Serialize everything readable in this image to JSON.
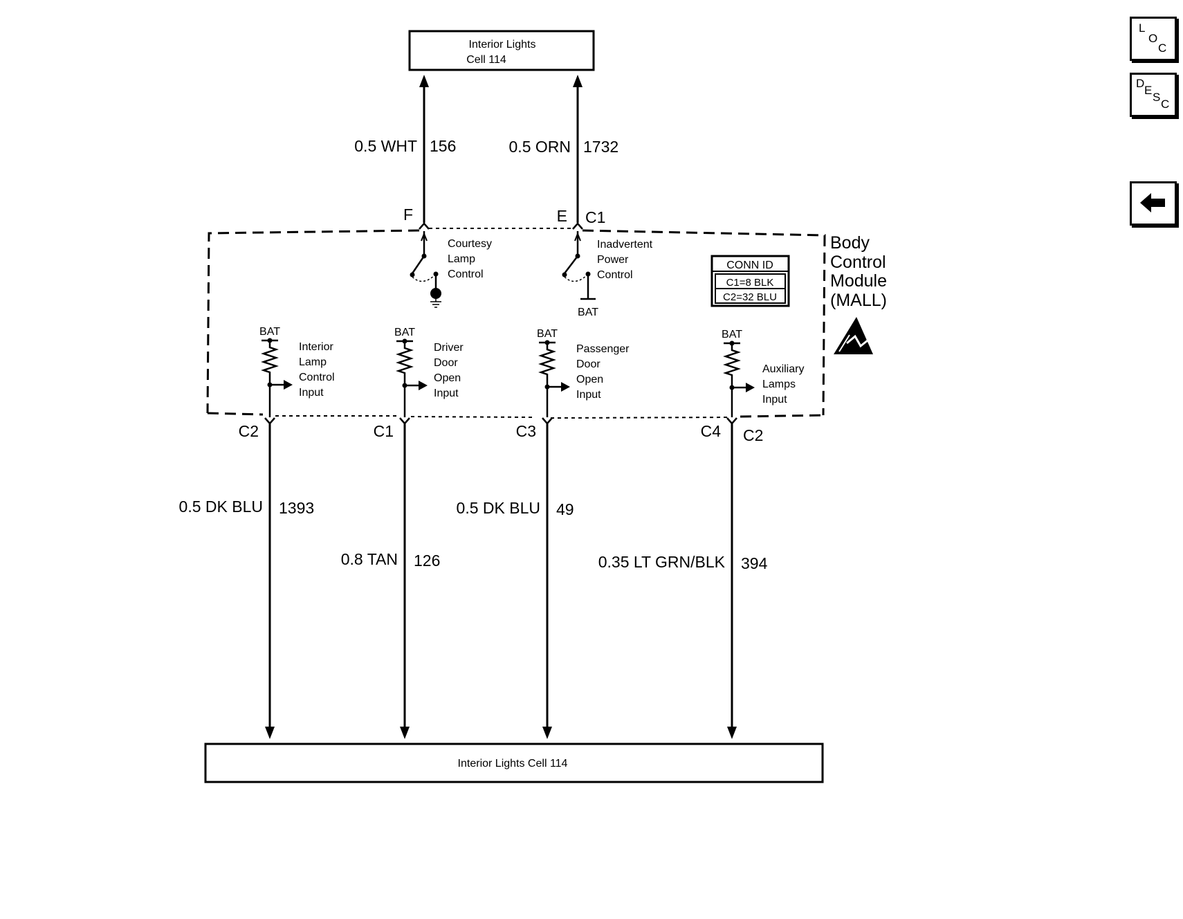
{
  "top_box": {
    "line1": "Interior Lights",
    "line2": "Cell 114"
  },
  "bottom_box": {
    "label": "Interior Lights Cell 114"
  },
  "module": {
    "line1": "Body",
    "line2": "Control",
    "line3": "Module",
    "line4": "(MALL)"
  },
  "conn_id": {
    "title": "CONN ID",
    "row1": "C1=8 BLK",
    "row2": "C2=32 BLU"
  },
  "top_wires": [
    {
      "gauge_color": "0.5 WHT",
      "circuit": "156",
      "pin": "F"
    },
    {
      "gauge_color": "0.5 ORN",
      "circuit": "1732",
      "pin": "E",
      "connector": "C1"
    }
  ],
  "switches": [
    {
      "line1": "Courtesy",
      "line2": "Lamp",
      "line3": "Control"
    },
    {
      "line1": "Inadvertent",
      "line2": "Power",
      "line3": "Control",
      "supply": "BAT"
    }
  ],
  "inputs": [
    {
      "bat": "BAT",
      "line1": "Interior",
      "line2": "Lamp",
      "line3": "Control",
      "line4": "Input"
    },
    {
      "bat": "BAT",
      "line1": "Driver",
      "line2": "Door",
      "line3": "Open",
      "line4": "Input"
    },
    {
      "bat": "BAT",
      "line1": "Passenger",
      "line2": "Door",
      "line3": "Open",
      "line4": "Input"
    },
    {
      "bat": "BAT",
      "line1": "Auxiliary",
      "line2": "Lamps",
      "line3": "Input"
    }
  ],
  "bottom_wires": [
    {
      "pin": "C2",
      "gauge_color": "0.5 DK BLU",
      "circuit": "1393"
    },
    {
      "pin": "C1",
      "gauge_color": "0.8 TAN",
      "circuit": "126"
    },
    {
      "pin": "C3",
      "gauge_color": "0.5 DK BLU",
      "circuit": "49"
    },
    {
      "pin": "C4",
      "connector": "C2",
      "gauge_color": "0.35 LT GRN/BLK",
      "circuit": "394"
    }
  ],
  "nav": {
    "loc": {
      "l": "L",
      "o": "O",
      "c": "C"
    },
    "desc": {
      "d": "D",
      "e": "E",
      "s": "S",
      "c": "C"
    },
    "back_icon": "left-arrow-icon"
  }
}
